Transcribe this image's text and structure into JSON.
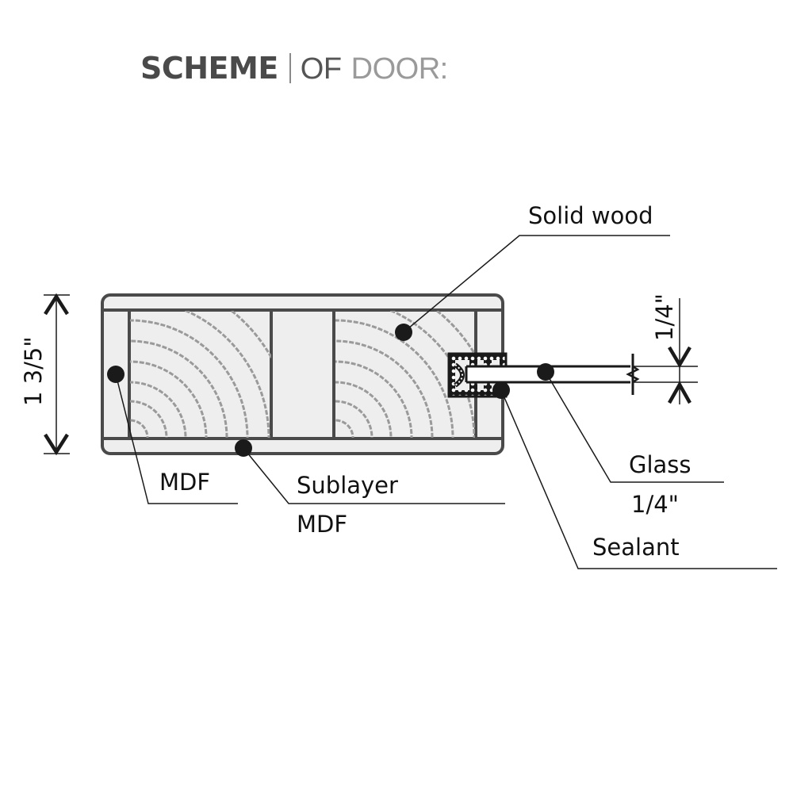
{
  "title": {
    "bold": "SCHEME",
    "light_part1": "OF",
    "light_part2": "DOOR:"
  },
  "labels": {
    "solid_wood": "Solid wood",
    "mdf": "MDF",
    "sublayer_line1": "Sublayer",
    "sublayer_line2": "MDF",
    "glass_line1": "Glass",
    "glass_line2": "1/4\"",
    "sealant": "Sealant"
  },
  "dimensions": {
    "door_thickness": "1 3/5\"",
    "glass_thickness": "1/4\""
  },
  "colors": {
    "outline": "#4a4a4a",
    "fill": "#eeeeee",
    "grain": "#9a9a9a",
    "marker": "#1a1a1a",
    "text": "#111111"
  }
}
